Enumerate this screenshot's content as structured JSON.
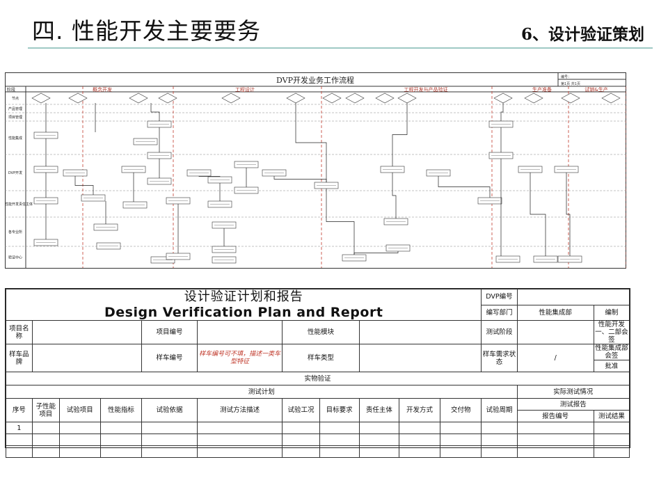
{
  "slide": {
    "title": "四. 性能开发主要要务",
    "subtitle": "6、设计验证策划"
  },
  "flowchart": {
    "title": "DVP开发业务工作流程",
    "corner_labels": [
      "编号：",
      "第1页 共1页"
    ],
    "header_row_label": "阶段",
    "phases": [
      "概念开发",
      "工程设计",
      "工程开发与产品验证",
      "生产准备",
      "试销&生产"
    ],
    "lanes": [
      "节点",
      "产品管理",
      "项目管理",
      "性能集成",
      "DVP开发",
      "模块性能开发责任主体",
      "各专业所",
      "验证中心"
    ]
  },
  "form": {
    "title_cn": "设计验证计划和报告",
    "title_en": "Design Verification Plan and Report",
    "dvp_no_label": "DVP编号",
    "dvp_no_value": "",
    "prep_dept_label": "编写部门",
    "prep_dept_value": "性能集成部",
    "compile_label": "编制",
    "project_name_label": "项目名称",
    "project_code_label": "项目编号",
    "perf_module_label": "性能模块",
    "test_stage_label": "测试阶段",
    "cosign_label": "性能开发一、二部会签",
    "sample_brand_label": "样车品牌",
    "sample_code_label": "样车编号",
    "sample_code_note": "样车编号可不填，描述一类车型特征",
    "sample_type_label": "样车类型",
    "sample_req_label": "样车需求状态",
    "sample_req_value": "/",
    "perf_integ_sign_label": "性能集成部会签",
    "approve_label": "批准",
    "section_physical": "实物验证",
    "test_plan_label": "测试计划",
    "actual_test_label": "实际测试情况",
    "test_report_label": "测试报告",
    "columns": [
      "序号",
      "子性能项目",
      "试验项目",
      "性能指标",
      "试验依据",
      "测试方法描述",
      "试验工况",
      "目标要求",
      "责任主体",
      "开发方式",
      "交付物",
      "试验周期"
    ],
    "report_columns": [
      "报告编号",
      "测试结果"
    ],
    "first_row_no": "1"
  },
  "colors": {
    "accent_rule": "#9ec9c4",
    "phase_line": "#c0392b",
    "note_text": "#c0392b"
  }
}
